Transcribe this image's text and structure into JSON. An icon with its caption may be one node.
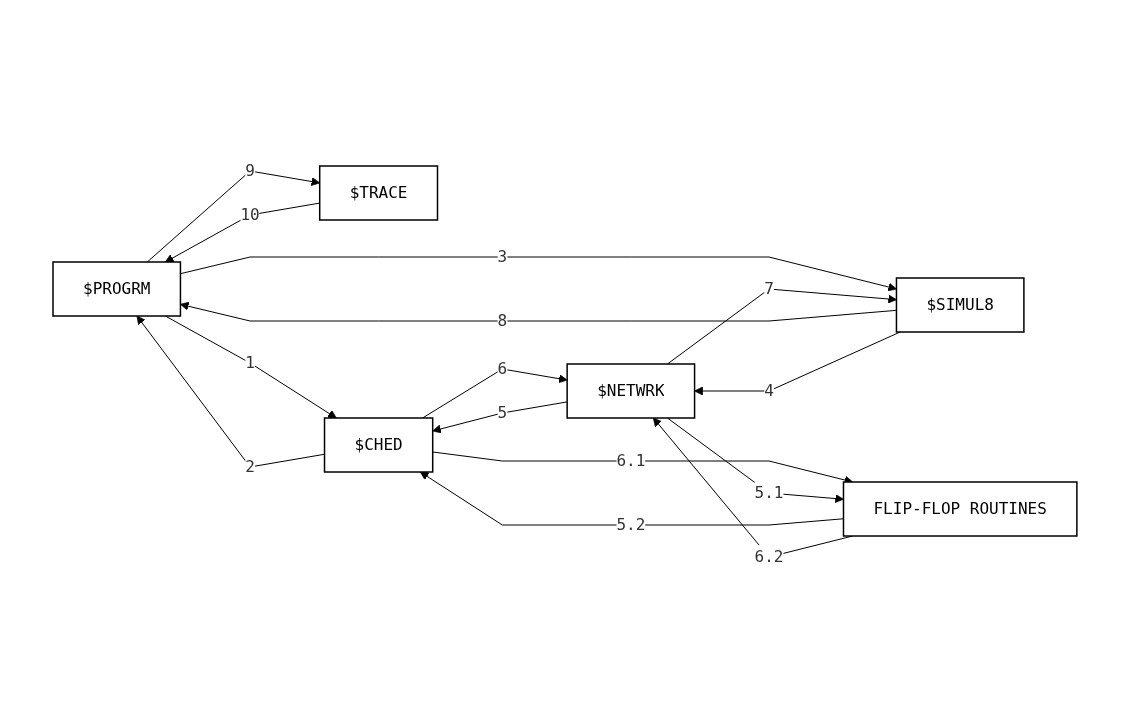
{
  "diagram": {
    "nodes": [
      {
        "text": [
          "$PROGRM"
        ]
      },
      {
        "text": [
          "$NETWRK"
        ]
      },
      {
        "text": [
          "$TRACE"
        ]
      },
      {
        "text": [
          "$CHED"
        ]
      },
      {
        "text": [
          "$SIMUL8"
        ]
      },
      {
        "text": [
          "FLIP-FLOP ROUTINES"
        ]
      }
    ],
    "edges": [
      {
        "from": 0,
        "to": 2,
        "arrow": "to",
        "label": "9"
      },
      {
        "from": 2,
        "to": 0,
        "arrow": "to",
        "label": "10"
      },
      {
        "from": 0,
        "to": 3,
        "arrow": "to",
        "label": "1"
      },
      {
        "from": 3,
        "to": 0,
        "arrow": "to",
        "label": "2"
      },
      {
        "from": 0,
        "to": 4,
        "arrow": "to",
        "label": "3"
      },
      {
        "from": 4,
        "to": 0,
        "arrow": "to",
        "label": "8"
      },
      {
        "from": 1,
        "to": 3,
        "arrow": "to",
        "label": "5"
      },
      {
        "from": 3,
        "to": 1,
        "arrow": "to",
        "label": "6"
      },
      {
        "from": 1,
        "to": 4,
        "arrow": "to",
        "label": "7"
      },
      {
        "from": 4,
        "to": 1,
        "arrow": "to",
        "label": "4"
      },
      {
        "from": 5,
        "to": 3,
        "arrow": "to",
        "label": "5.2"
      },
      {
        "from": 3,
        "to": 5,
        "arrow": "to",
        "label": "6.1"
      },
      {
        "from": 1,
        "to": 5,
        "arrow": "to",
        "label": "5.1"
      },
      {
        "from": 5,
        "to": 1,
        "arrow": "to",
        "label": "6.2"
      }
    ]
  }
}
